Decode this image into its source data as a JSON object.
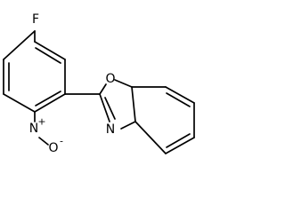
{
  "molecule": {
    "atoms": {
      "fluorine": "F",
      "oxazole_oxygen": "O",
      "oxazole_nitrogen": "N",
      "nitro_nitrogen": "N",
      "nitro_charge_plus": "+",
      "nitro_oxygen": "O",
      "nitro_charge_minus": "-"
    }
  }
}
